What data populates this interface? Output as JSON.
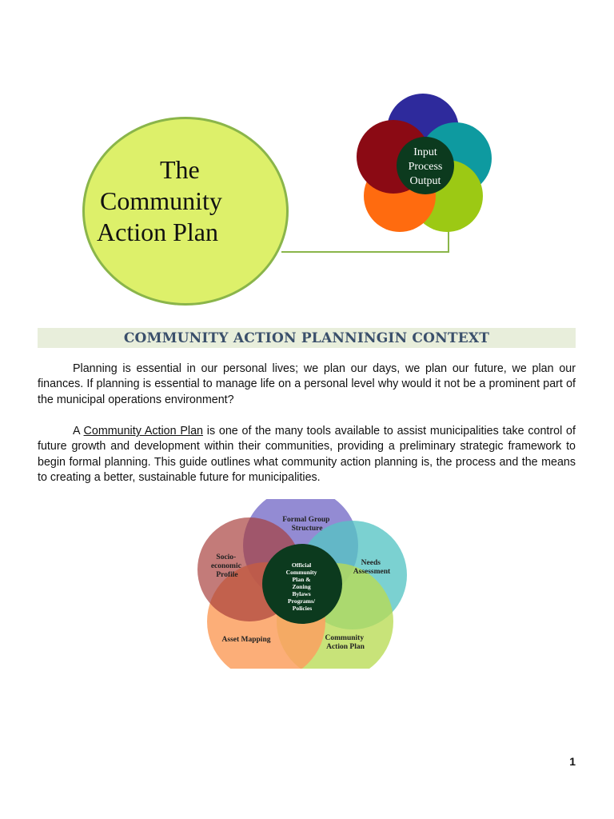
{
  "header": {
    "title_lines": [
      "The",
      "Community",
      "Action Plan"
    ]
  },
  "cycle_diagram": {
    "labels": [
      "Input",
      "Process",
      "Output"
    ],
    "colors": [
      "#2e2a9c",
      "#0e9aa0",
      "#9cc914",
      "#ff6b0f",
      "#8b0a14",
      "#0c3a1e"
    ]
  },
  "section": {
    "heading": "COMMUNITY ACTION PLANNINGIN CONTEXT"
  },
  "paragraphs": {
    "p1": "Planning is essential in our personal lives; we plan our days, we plan our future, we plan our finances. If planning is essential to manage life on a personal level why would it not be a prominent part of the municipal operations environment?",
    "p2_lead": "A",
    "p2_link": "Community Action Plan",
    "p2_rest": "is one of the many tools available to assist municipalities take control of future growth and development within their communities, providing a preliminary strategic framework to begin formal planning. This guide outlines what community action planning is, the process and the means to creating a better, sustainable future for municipalities."
  },
  "venn_diagram": {
    "petals": {
      "formal": [
        "Formal Group",
        "Structure"
      ],
      "needs": [
        "Needs",
        "Assessment"
      ],
      "community": [
        "Community",
        "Action Plan"
      ],
      "asset": [
        "Asset Mapping"
      ],
      "socio": [
        "Socio-",
        "economic",
        "Profile"
      ]
    },
    "center": [
      "Official",
      "Community",
      "Plan &",
      "Zoning",
      "Bylaws",
      "Programs/",
      "Policies"
    ]
  },
  "page": {
    "number": "1"
  }
}
